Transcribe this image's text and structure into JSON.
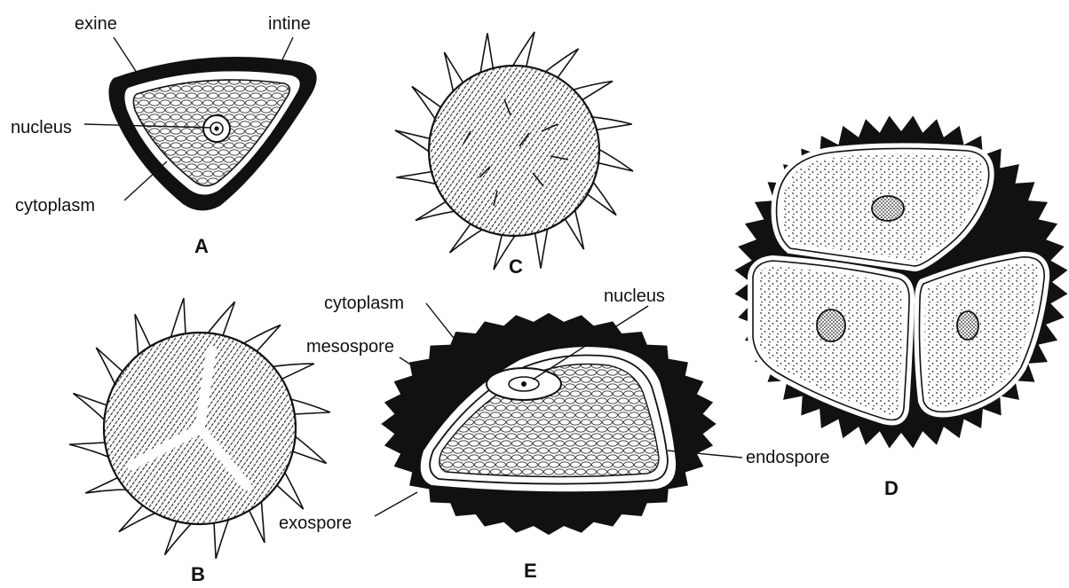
{
  "figures": {
    "A": {
      "letter": "A",
      "labels": {
        "exine": "exine",
        "intine": "intine",
        "nucleus": "nucleus",
        "cytoplasm": "cytoplasm"
      }
    },
    "B": {
      "letter": "B"
    },
    "C": {
      "letter": "C"
    },
    "D": {
      "letter": "D"
    },
    "E": {
      "letter": "E",
      "labels": {
        "cytoplasm": "cytoplasm",
        "nucleus": "nucleus",
        "mesospore": "mesospore",
        "endospore": "endospore",
        "exospore": "exospore"
      }
    }
  },
  "colors": {
    "ink": "#111111",
    "paper": "#ffffff"
  }
}
